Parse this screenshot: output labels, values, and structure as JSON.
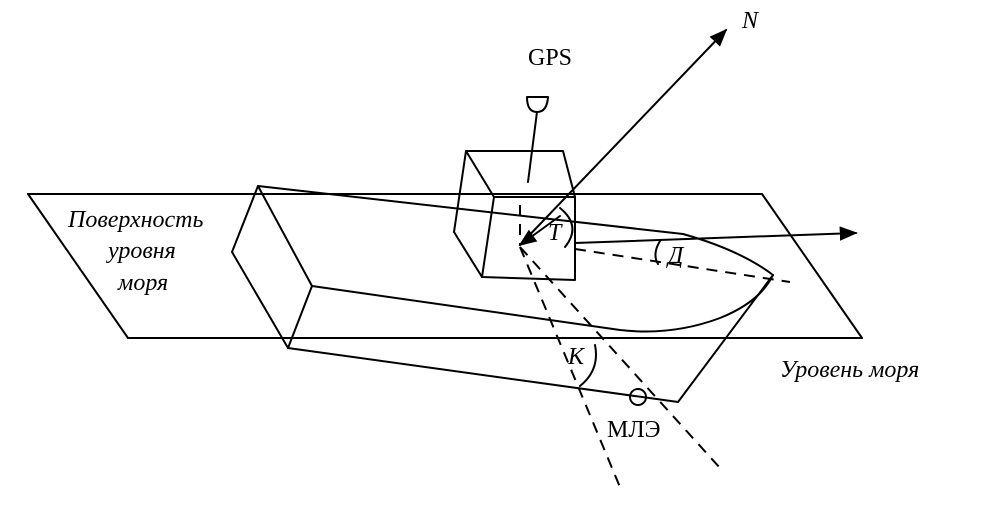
{
  "labels": {
    "gps": "GPS",
    "north": "N",
    "sea_surface_line1": "Поверхность",
    "sea_surface_line2": "уровня",
    "sea_surface_line3": "моря",
    "sea_level": "Уровень моря",
    "angle_t": "Т",
    "angle_d": "Д",
    "angle_k": "К",
    "mle": "МЛЭ"
  }
}
